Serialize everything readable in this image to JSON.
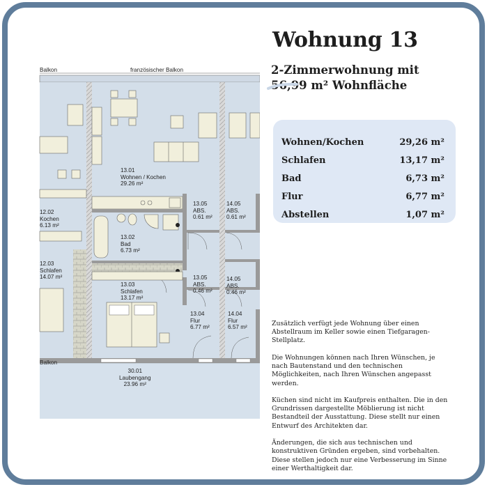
{
  "title": "Wohnung 13",
  "subtitle_line1": "2-Zimmerwohnung mit",
  "subtitle_line2": "56,99 m² Wohnfläche",
  "areas": [
    {
      "name": "Wohnen/Kochen",
      "value": "29,26 m²"
    },
    {
      "name": "Schlafen",
      "value": "13,17 m²"
    },
    {
      "name": "Bad",
      "value": "6,73 m²"
    },
    {
      "name": "Flur",
      "value": "6,77 m²"
    },
    {
      "name": "Abstellen",
      "value": "1,07 m²"
    }
  ],
  "notes": [
    "Zusätzlich verfügt jede Wohnung über einen Abstellraum im Keller sowie einen Tiefgaragen-Stellplatz.",
    "Die Wohnungen können nach Ihren Wünschen, je nach Bautenstand und den technischen Möglichkeiten, nach Ihren Wünschen angepasst werden.",
    "Küchen sind nicht im Kaufpreis enthalten. Die in den Grundrissen dargestellte Möblierung ist nicht Bestandteil der Ausstattung. Diese stellt nur einen Entwurf des Architekten dar.",
    "Änderungen, die sich aus technischen und konstruktiven Gründen ergeben, sind vorbehalten. Diese stellen jedoch nur eine Verbesserung im Sinne einer Werthaltigkeit dar."
  ],
  "plan": {
    "label_balkon": "Balkon",
    "label_french_balcony": "französischer Balkon",
    "label_balkon_bottom": "Balkon",
    "rooms": {
      "wohnen_no": "13.01",
      "wohnen_name": "Wohnen / Kochen",
      "wohnen_area": "29.26 m²",
      "kochen_no": "12.02",
      "kochen_name": "Kochen",
      "kochen_area": "6.13 m²",
      "abs1_no": "13.05",
      "abs1_name": "ABS.",
      "abs1_area": "0.61 m²",
      "abs2_no": "14.05",
      "abs2_name": "ABS.",
      "abs2_area": "0.61 m²",
      "bad_no": "13.02",
      "bad_name": "Bad",
      "bad_area": "6.73 m²",
      "schlafen12_no": "12.03",
      "schlafen12_name": "Schlafen",
      "schlafen12_area": "14.07 m²",
      "abs3_no": "13.05",
      "abs3_name": "ABS.",
      "abs3_area": "0.46 m²",
      "abs4_no": "14.05",
      "abs4_name": "ABS.",
      "abs4_area": "0.46 m²",
      "schlafen13_no": "13.03",
      "schlafen13_name": "Schlafen",
      "schlafen13_area": "13.17 m²",
      "flur13_no": "13.04",
      "flur13_name": "Flur",
      "flur13_area": "6.77 m²",
      "flur14_no": "14.04",
      "flur14_name": "Flur",
      "flur14_area": "6.57 m²",
      "laubengang_no": "30.01",
      "laubengang_name": "Laubengang",
      "laubengang_area": "23.96 m²"
    }
  },
  "colors": {
    "frame": "#5f7d9b",
    "room_fill": "#d3dee9",
    "furniture": "#f1efdc",
    "wall": "#9a9a9a",
    "areas_box": "#dfe8f5"
  }
}
